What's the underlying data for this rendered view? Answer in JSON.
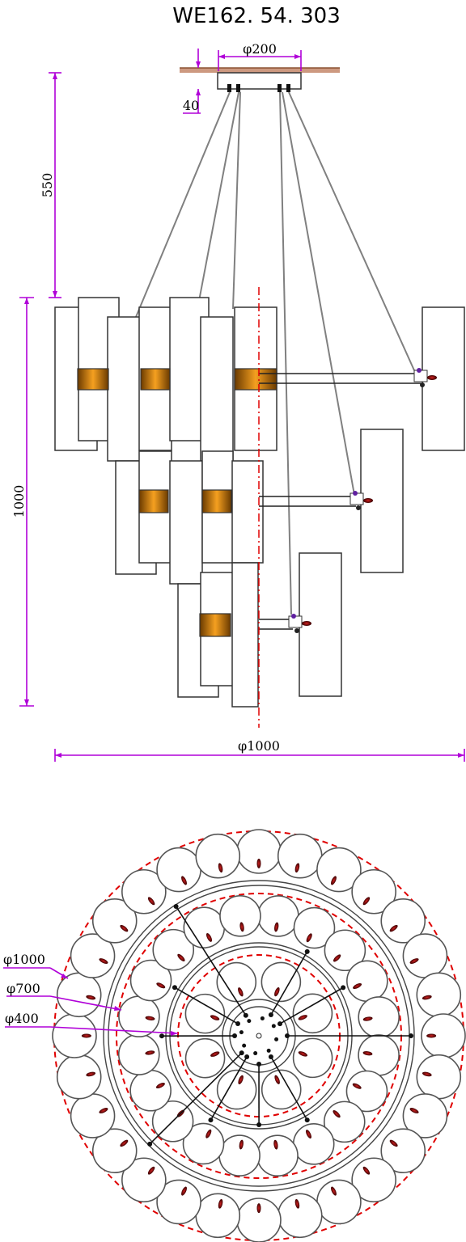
{
  "title": "WE162. 54. 303",
  "side_view": {
    "dimensions": {
      "canopy_diameter": "φ200",
      "canopy_height": "40",
      "suspension_length": "550",
      "body_height": "1000",
      "overall_diameter": "φ1000"
    }
  },
  "top_view": {
    "ring_labels": {
      "outer": "φ1000",
      "middle": "φ700",
      "inner": "φ400"
    }
  },
  "colors": {
    "dimension": "#b000d8",
    "centerline": "#e00000",
    "ceiling": "#c08060",
    "accent_band": "#e8900a",
    "suspension_wire": "#808080",
    "outline": "#333333"
  }
}
